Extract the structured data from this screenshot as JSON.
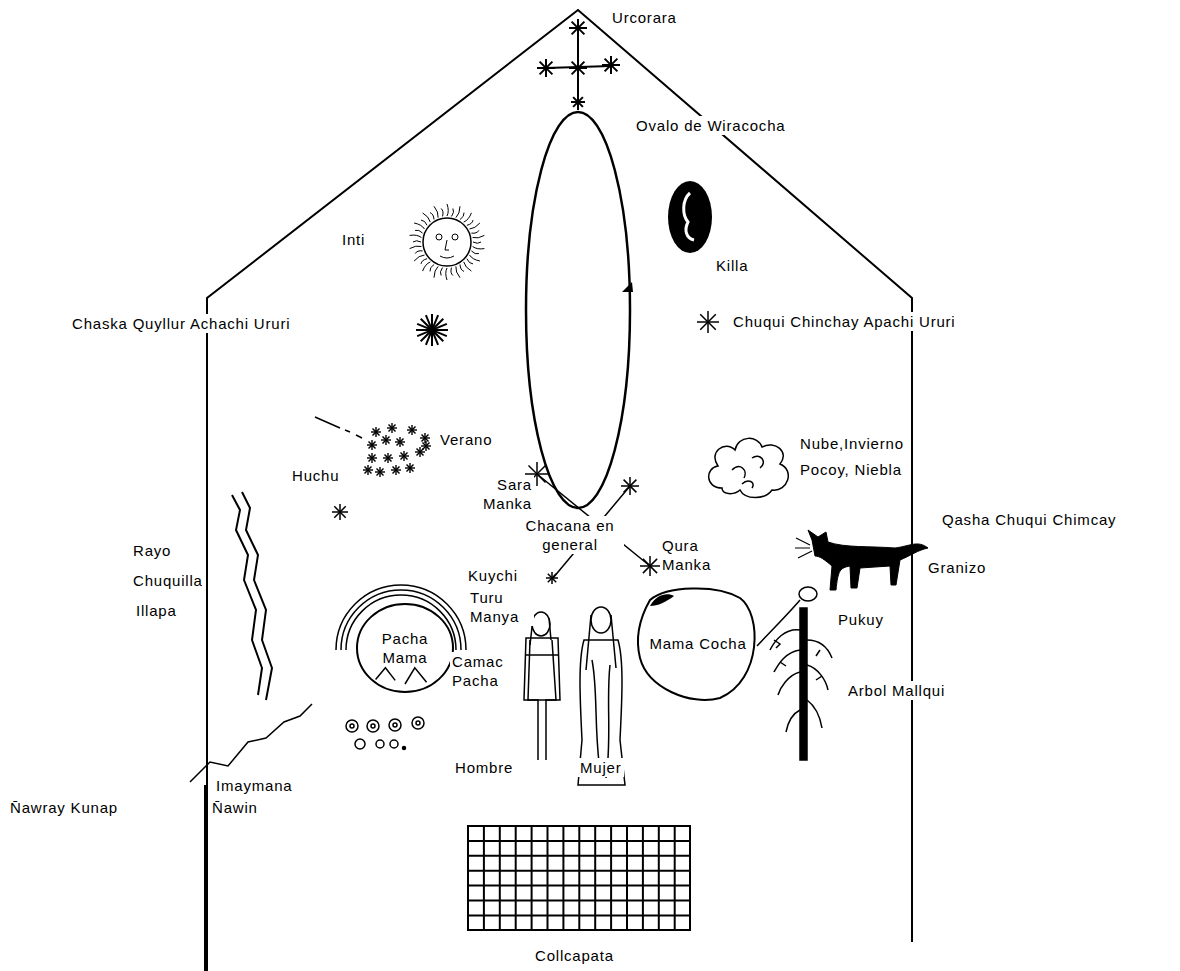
{
  "diagram": {
    "nodes": [
      {
        "text": [
          "Pacha Mama"
        ]
      },
      {
        "text": [
          "Mama Cocha"
        ]
      }
    ],
    "labels": [
      "Urcorara",
      "Ovalo de Wiracocha",
      "Inti",
      "Killa",
      "Chaska Quyllur Achachi Ururi",
      "Chuqui Chinchay Apachi Ururi",
      "Verano",
      "Nube,Invierno",
      "Huchu",
      "Pocoy, Niebla",
      "Sara Manka",
      "Qasha Chuqui Chimcay",
      "Chacana en general",
      "Qura Manka",
      "Rayo",
      "Granizo",
      "Chuquilla",
      "Kuychi",
      "Turu Manya",
      "Illapa",
      "Pukuy",
      "Camac Pacha",
      "Arbol Mallqui",
      "Hombre",
      "Mujer",
      "Imaymana",
      "N̄awray Kunap",
      "N̄awin",
      "Collcapata"
    ]
  }
}
